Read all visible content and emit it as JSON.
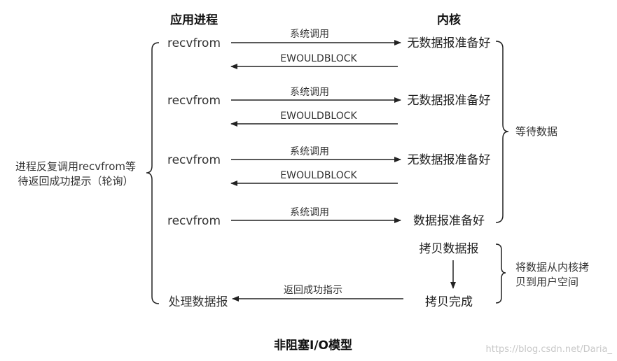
{
  "headers": {
    "app": "应用进程",
    "kernel": "内核"
  },
  "rows": [
    {
      "call": "recvfrom",
      "request": "系统调用",
      "state": "无数据报准备好",
      "reply": "EWOULDBLOCK"
    },
    {
      "call": "recvfrom",
      "request": "系统调用",
      "state": "无数据报准备好",
      "reply": "EWOULDBLOCK"
    },
    {
      "call": "recvfrom",
      "request": "系统调用",
      "state": "无数据报准备好",
      "reply": "EWOULDBLOCK"
    },
    {
      "call": "recvfrom",
      "request": "系统调用",
      "state": "数据报准备好"
    }
  ],
  "copy_step": {
    "start": "拷贝数据报",
    "end": "拷贝完成",
    "return_label": "返回成功指示",
    "process": "处理数据报"
  },
  "annotations": {
    "left_line1": "进程反复调用recvfrom等",
    "left_line2": "待返回成功提示（轮询）",
    "wait": "等待数据",
    "copy_line1": "将数据从内核拷",
    "copy_line2": "贝到用户空间"
  },
  "title": "非阻塞I/O模型",
  "watermark": "https://blog.csdn.net/Daria_"
}
